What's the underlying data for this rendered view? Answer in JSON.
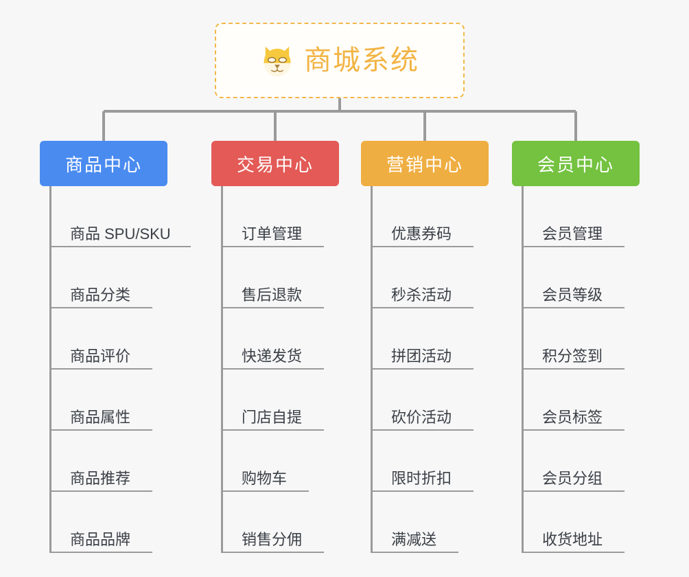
{
  "root": {
    "title": "商城系统",
    "emoji_name": "dog-face-emoji",
    "border_color": "#f2b84a",
    "text_color": "#f2b444"
  },
  "connector_color": "#9a9a9a",
  "branches": [
    {
      "label": "商品中心",
      "color": "#4a8bf0",
      "items": [
        {
          "label": "商品 SPU/SKU",
          "rule_width": 206
        },
        {
          "label": "商品分类",
          "rule_width": 150
        },
        {
          "label": "商品评价",
          "rule_width": 150
        },
        {
          "label": "商品属性",
          "rule_width": 150
        },
        {
          "label": "商品推荐",
          "rule_width": 150
        },
        {
          "label": "商品品牌",
          "rule_width": 150
        }
      ]
    },
    {
      "label": "交易中心",
      "color": "#e35a56",
      "items": [
        {
          "label": "订单管理",
          "rule_width": 150
        },
        {
          "label": "售后退款",
          "rule_width": 150
        },
        {
          "label": "快递发货",
          "rule_width": 150
        },
        {
          "label": "门店自提",
          "rule_width": 150
        },
        {
          "label": "购物车",
          "rule_width": 128
        },
        {
          "label": "销售分佣",
          "rule_width": 150
        }
      ]
    },
    {
      "label": "营销中心",
      "color": "#efae41",
      "items": [
        {
          "label": "优惠券码",
          "rule_width": 150
        },
        {
          "label": "秒杀活动",
          "rule_width": 150
        },
        {
          "label": "拼团活动",
          "rule_width": 150
        },
        {
          "label": "砍价活动",
          "rule_width": 150
        },
        {
          "label": "限时折扣",
          "rule_width": 150
        },
        {
          "label": "满减送",
          "rule_width": 128
        }
      ]
    },
    {
      "label": "会员中心",
      "color": "#74c240",
      "items": [
        {
          "label": "会员管理",
          "rule_width": 150
        },
        {
          "label": "会员等级",
          "rule_width": 150
        },
        {
          "label": "积分签到",
          "rule_width": 150
        },
        {
          "label": "会员标签",
          "rule_width": 150
        },
        {
          "label": "会员分组",
          "rule_width": 150
        },
        {
          "label": "收货地址",
          "rule_width": 150
        }
      ]
    }
  ],
  "chart_data": {
    "type": "diagram",
    "diagram_kind": "organization-tree",
    "root": "商城系统",
    "levels": 2,
    "branch_count": 4,
    "leaf_count_per_branch": 6,
    "background": "#f7f7f7"
  }
}
